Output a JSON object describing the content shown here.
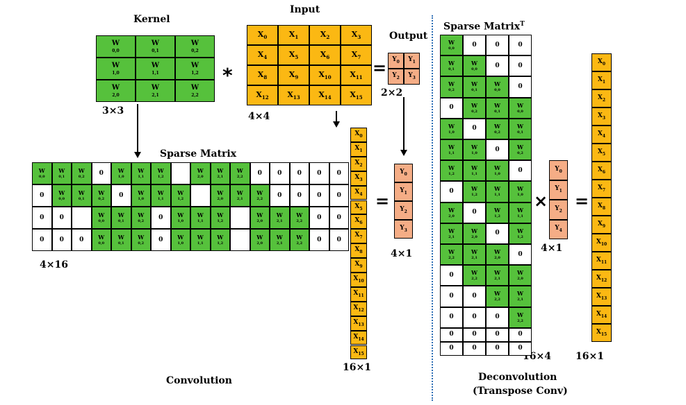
{
  "labels": {
    "kernel": "Kernel",
    "input": "Input",
    "output": "Output",
    "sparse_matrix": "Sparse Matrix",
    "sparse_matrix_t": "Sparse Matrix",
    "sparse_matrix_t_sup": "T",
    "dim_3x3": "3×3",
    "dim_4x4": "4×4",
    "dim_2x2": "2×2",
    "dim_4x16": "4×16",
    "dim_16x1_a": "16×1",
    "dim_4x1_a": "4×1",
    "dim_4x1_b": "4×1",
    "dim_16x4": "16×4",
    "dim_16x1_b": "16×1",
    "convolution": "Convolution",
    "deconvolution": "Deconvolution",
    "transpose_conv": "(Transpose Conv)"
  },
  "symbols": {
    "conv_op": "*",
    "eq1": "=",
    "times1": "×",
    "eq2": "=",
    "times2": "×",
    "eq3": "="
  },
  "kernel": [
    [
      "0,0",
      "0,1",
      "0,2"
    ],
    [
      "1,0",
      "1,1",
      "1,2"
    ],
    [
      "2,0",
      "2,1",
      "2,2"
    ]
  ],
  "input": [
    [
      "0",
      "1",
      "2",
      "3"
    ],
    [
      "4",
      "5",
      "6",
      "7"
    ],
    [
      "8",
      "9",
      "10",
      "11"
    ],
    [
      "12",
      "13",
      "14",
      "15"
    ]
  ],
  "output": [
    [
      "0",
      "1"
    ],
    [
      "2",
      "3"
    ]
  ],
  "sparse_matrix": [
    [
      "0,0",
      "0,1",
      "0,2",
      "0",
      "1,0",
      "1,1",
      "1,2",
      "",
      "2,0",
      "2,1",
      "2,2",
      "0",
      "0",
      "0",
      "0",
      "0"
    ],
    [
      "0",
      "0,0",
      "0,1",
      "0,2",
      "0",
      "1,0",
      "1,1",
      "1,2",
      "",
      "2,0",
      "2,1",
      "2,2",
      "0",
      "0",
      "0",
      "0"
    ],
    [
      "0",
      "0",
      "",
      "0,0",
      "0,1",
      "0,2",
      "0",
      "1,0",
      "1,1",
      "1,2",
      "",
      "2,0",
      "2,1",
      "2,2",
      "0",
      "0"
    ],
    [
      "0",
      "0",
      "0",
      "0,0",
      "0,1",
      "0,2",
      "0",
      "1,0",
      "1,1",
      "1,2",
      "",
      "2,0",
      "2,1",
      "2,2",
      "0",
      "0"
    ]
  ],
  "x_vector": [
    "0",
    "1",
    "2",
    "3",
    "4",
    "5",
    "6",
    "7",
    "8",
    "9",
    "10",
    "11",
    "12",
    "13",
    "14",
    "15"
  ],
  "y_vector_a": [
    "0",
    "1",
    "2",
    "3"
  ],
  "sparse_matrix_t": [
    [
      "0,0",
      "0",
      "0",
      "0"
    ],
    [
      "0,1",
      "0,0",
      "0",
      "0"
    ],
    [
      "0,2",
      "0,1",
      "0,0",
      "0"
    ],
    [
      "0",
      "0,2",
      "0,1",
      "0,0"
    ],
    [
      "1,0",
      "0",
      "0,2",
      "0,1"
    ],
    [
      "1,1",
      "1,0",
      "0",
      "0,2"
    ],
    [
      "1,2",
      "1,1",
      "1,0",
      "0"
    ],
    [
      "0",
      "1,2",
      "1,1",
      "1,0"
    ],
    [
      "2,0",
      "0",
      "1,2",
      "1,1"
    ],
    [
      "2,1",
      "2,0",
      "0",
      "1,2"
    ],
    [
      "2,2",
      "2,1",
      "2,0",
      "0"
    ],
    [
      "0",
      "2,2",
      "2,1",
      "2,0"
    ],
    [
      "0",
      "0",
      "2,2",
      "2,1"
    ],
    [
      "0",
      "0",
      "0",
      "2,2"
    ],
    [
      "0",
      "0",
      "0",
      "0"
    ],
    [
      "0",
      "0",
      "0",
      "0"
    ]
  ],
  "y_vector_b": [
    "0",
    "1",
    "2",
    "4"
  ],
  "x_vector_b": [
    "0",
    "1",
    "2",
    "3",
    "4",
    "5",
    "6",
    "7",
    "8",
    "9",
    "10",
    "11",
    "12",
    "13",
    "14",
    "15"
  ],
  "letters": {
    "w": "W",
    "x": "X",
    "y": "Y"
  },
  "colors": {
    "kernel_green": "#56c13c",
    "input_orange": "#fbb813",
    "output_salmon": "#f5ad86",
    "divider_blue": "#2e6fb6"
  }
}
